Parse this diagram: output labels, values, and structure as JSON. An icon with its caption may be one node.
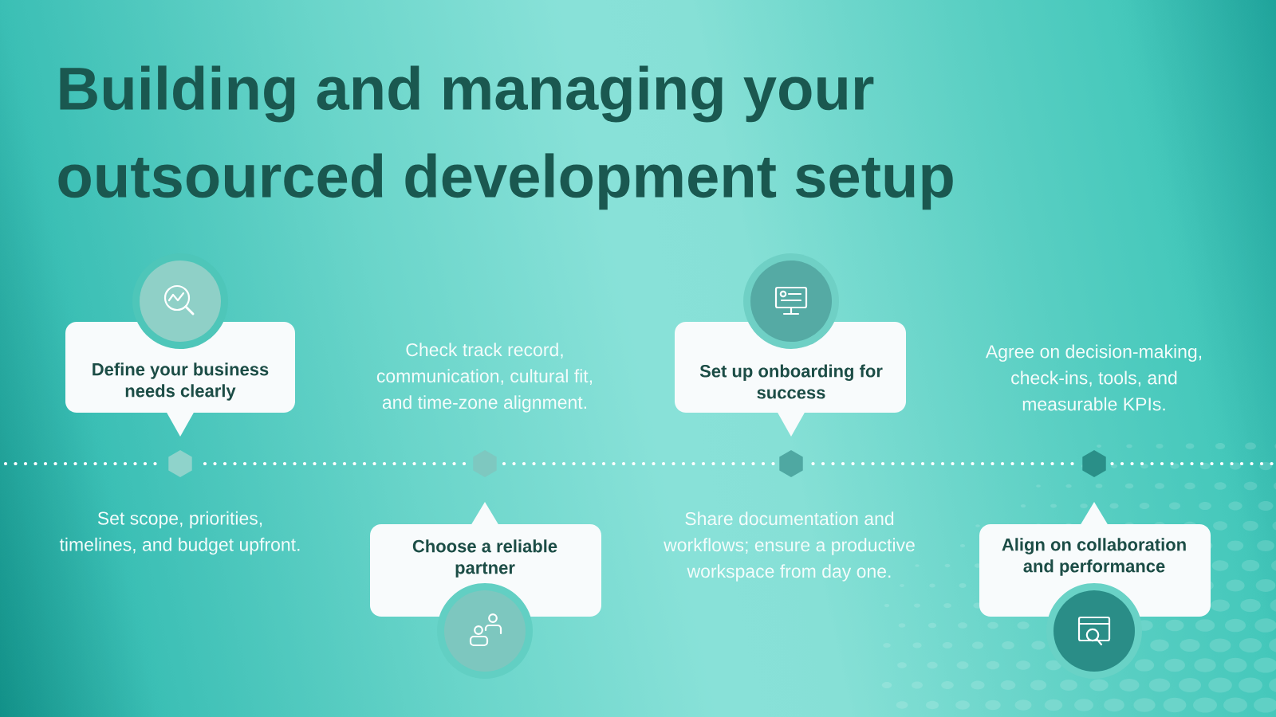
{
  "diagram": {
    "title": "Building and managing your outsourced development setup",
    "nodes": [
      {
        "text": [
          "Define your business needs clearly"
        ]
      },
      {
        "text": [
          "Choose a reliable partner"
        ]
      },
      {
        "text": [
          "Set up onboarding for success"
        ]
      },
      {
        "text": [
          "Align on collaboration and performance"
        ]
      }
    ],
    "labels": [
      "Set scope, priorities, timelines, and budget upfront.",
      "Check track record, communication, cultural fit, and time-zone alignment.",
      "Share documentation and workflows; ensure a productive workspace from day one.",
      "Agree on decision-making, check-ins, tools, and measurable KPIs."
    ]
  }
}
